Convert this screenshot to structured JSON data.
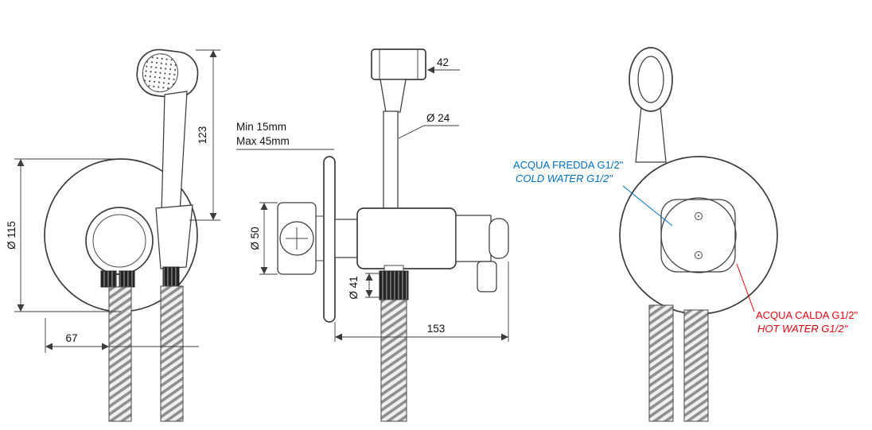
{
  "colors": {
    "line": "#3c3c3c",
    "cold_blue": "#0070C0",
    "hot_red": "#E30613"
  },
  "front_view": {
    "dim_height": "123",
    "dim_plate_diameter": "Ø 115",
    "dim_offset": "67"
  },
  "side_view": {
    "dim_bracket": "42",
    "dim_pipe_diameter": "Ø 24",
    "depth_min": "Min 15mm",
    "depth_max": "Max 45mm",
    "dim_flange_diameter": "Ø 50",
    "dim_knob_diameter": "Ø 41",
    "dim_length": "153"
  },
  "back_view": {
    "cold_label_line1": "ACQUA FREDDA G1/2\"",
    "cold_label_line2": "COLD WATER G1/2\"",
    "hot_label_line1": "ACQUA CALDA G1/2\"",
    "hot_label_line2": "HOT WATER G1/2\""
  }
}
